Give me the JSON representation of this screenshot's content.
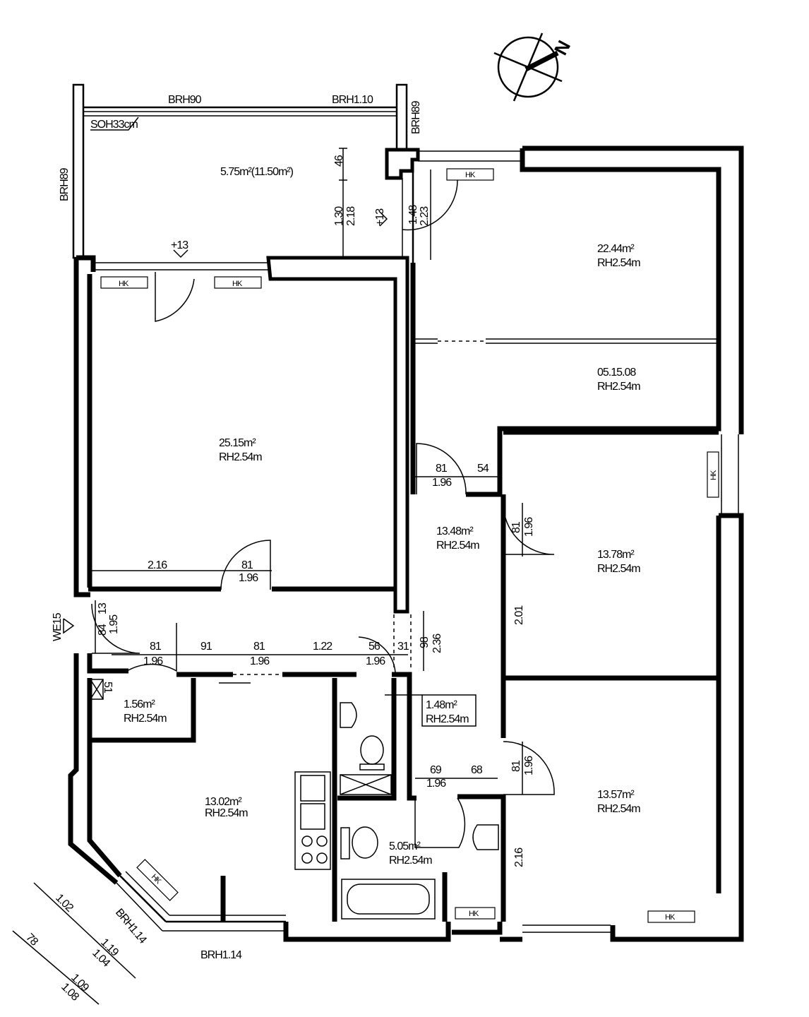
{
  "compass": {
    "label": "N"
  },
  "balcony": {
    "area": "5.75m²(11.50m²)",
    "railing_left": "BRH90",
    "railing_right": "BRH1.10",
    "soh": "SOH33cm",
    "brh_left": "BRH89",
    "brh_right": "BRH89",
    "step_living": "+13",
    "step_bedroom": "+13",
    "dim_top": "46",
    "dim_sill": "1.30",
    "dim_height": "2.18",
    "door_width": "1.48",
    "door_height": "2.23"
  },
  "heaters": {
    "label": "HK"
  },
  "rooms": {
    "living": {
      "area": "25.15m²",
      "height": "RH2.54m"
    },
    "bedroom_top": {
      "area": "22.44m²",
      "height": "RH2.54m"
    },
    "bedroom_top_split": {
      "area": "05.15.08",
      "height": "RH2.54m"
    },
    "hall": {
      "area": "13.48m²",
      "height": "RH2.54m"
    },
    "room_mid_right": {
      "area": "13.78m²",
      "height": "RH2.54m"
    },
    "room_bottom_right": {
      "area": "13.57m²",
      "height": "RH2.54m"
    },
    "storage": {
      "area": "1.56m²",
      "height": "RH2.54m"
    },
    "wc": {
      "area": "1.48m²",
      "height": "RH2.54m"
    },
    "kitchen": {
      "area": "13.02m²",
      "height": "RH2.54m"
    },
    "bath": {
      "area": "5.05m²",
      "height": "RH2.54m"
    }
  },
  "dimensions": {
    "hall_door_w": "81",
    "hall_door_h": "1.96",
    "hall_wall": "54",
    "room_mid_door_w": "81",
    "room_mid_door_h": "1.96",
    "room_mid_wall": "2.01",
    "living_wall": "2.16",
    "living_door_w": "81",
    "living_door_h": "1.96",
    "entry_label": "WE15",
    "entry_84": "84",
    "entry_13": "13",
    "entry_h": "1.95",
    "corr_door1_w": "81",
    "corr_door1_h": "1.96",
    "corr_91": "91",
    "corr_door2_w": "81",
    "corr_door2_h": "1.96",
    "corr_122": "1.22",
    "corr_door3_w": "56",
    "corr_door3_h": "1.96",
    "corr_31": "31",
    "pass_98": "98",
    "pass_236": "2.36",
    "storage_51": "51",
    "bath_69": "69",
    "bath_68": "68",
    "bath_door_h": "1.96",
    "room_bot_door_w": "81",
    "room_bot_door_h": "1.96",
    "room_bot_wall": "2.16",
    "brh_diag": "BRH1.14",
    "brh_bottom": "BRH1.14",
    "diag_102": "1.02",
    "diag_119": "1.19",
    "diag_104": "1.04",
    "diag_78": "78",
    "diag_109": "1.09",
    "diag_108": "1.08"
  }
}
